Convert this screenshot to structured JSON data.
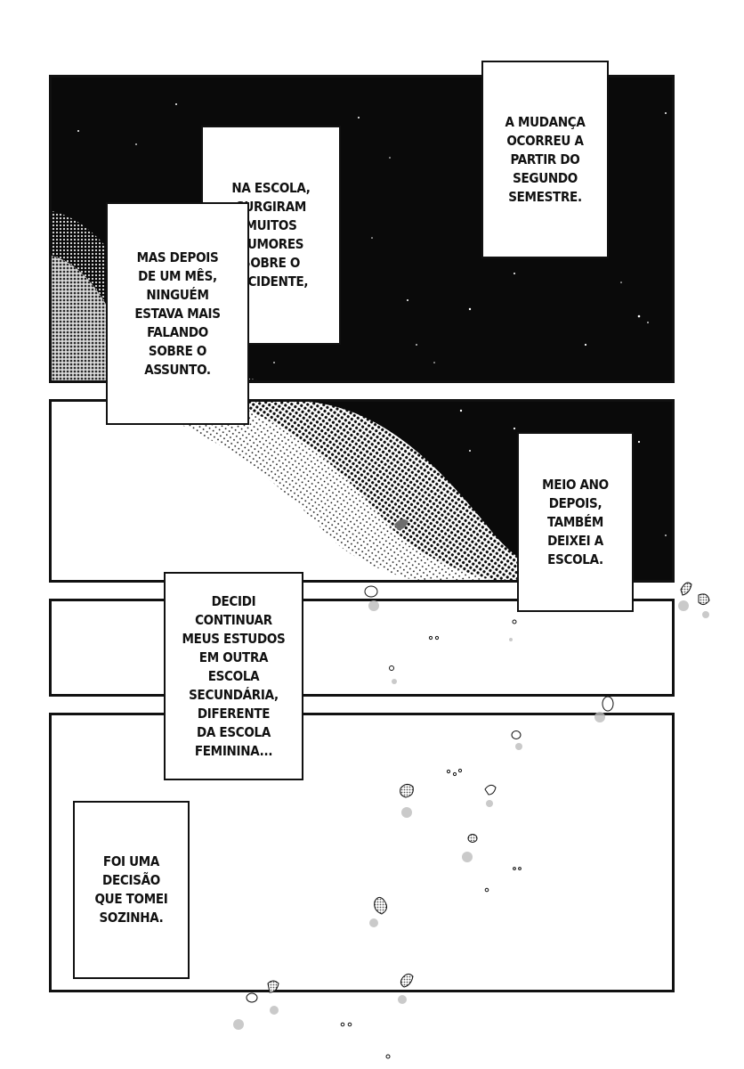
{
  "captions": {
    "c1": "A MUDANÇA\nOCORREU A\nPARTIR DO\nSEGUNDO\nSEMESTRE.",
    "c2": "NA ESCOLA,\nSURGIRAM\nMUITOS\nRUMORES\nSOBRE O\nINCIDENTE,",
    "c3": "MAS DEPOIS\nDE UM MÊS,\nNINGUÉM\nESTAVA MAIS\nFALANDO\nSOBRE O\nASSUNTO.",
    "c4": "MEIO ANO\nDEPOIS,\nTAMBÉM\nDEIXEI A\nESCOLA.",
    "c5": "DECIDI\nCONTINUAR\nMEUS ESTUDOS\nEM OUTRA\nESCOLA\nSECUNDÁRIA,\nDIFERENTE\nDA ESCOLA\nFEMININA...",
    "c6": "FOI UMA\nDECISÃO\nQUE TOMEI\nSOZINHA."
  },
  "colors": {
    "ink": "#111111",
    "paper": "#ffffff",
    "night": "#0a0a0a",
    "petal": "#7a7a7a"
  },
  "icons": [
    "petal-icon",
    "star-icon"
  ]
}
